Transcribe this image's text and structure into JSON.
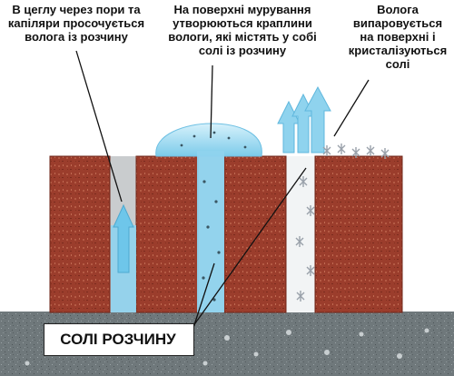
{
  "captions": {
    "capillary": "В цеглу через пори та капіляри просочується волога із розчину",
    "droplets": "На поверхні мурування утворюються краплини вологи, які містять у собі солі із розчину",
    "crystallize": "Волога випаровується на поверхні і кристалізуються солі"
  },
  "mortar_label": "СОЛІ РОЗЧИНУ",
  "colors": {
    "brick": "#9b3d2c",
    "mortar": "#707a7c",
    "water": "#8fd3ee",
    "salt": "#b6bcc4"
  }
}
